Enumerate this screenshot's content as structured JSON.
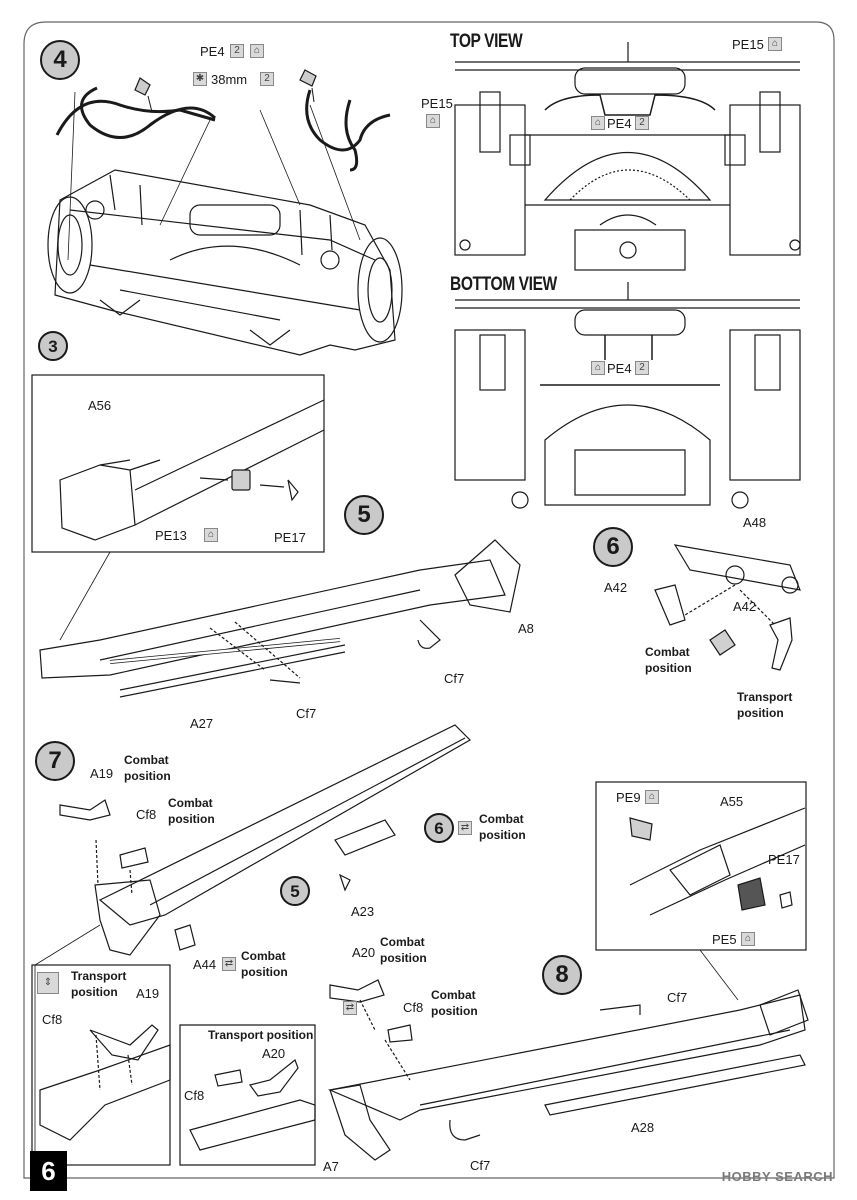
{
  "page": {
    "number": "6",
    "watermark": "HOBBY SEARCH"
  },
  "step4": {
    "number": "4",
    "ref_step": "3",
    "top_pe": "PE4",
    "qty2": "2",
    "bend": "38mm",
    "top_view": "TOP VIEW",
    "bottom_view": "BOTTOM VIEW",
    "pe15": "PE15",
    "pe4": "PE4"
  },
  "step5": {
    "number": "5",
    "parts": {
      "a56": "A56",
      "pe13": "PE13",
      "pe17": "PE17",
      "a8": "A8",
      "cf7": "Cf7",
      "a27": "A27"
    }
  },
  "step6": {
    "number": "6",
    "parts": {
      "a48": "A48",
      "a42": "A42"
    },
    "combat": "Combat",
    "transport": "Transport",
    "position": "position"
  },
  "step7": {
    "number": "7",
    "ref5": "5",
    "ref6": "6",
    "parts": {
      "a19": "A19",
      "cf8": "Cf8",
      "a23": "A23",
      "a44": "A44"
    },
    "combat": "Combat",
    "transport": "Transport",
    "position": "position"
  },
  "step8": {
    "number": "8",
    "transport_position": "Transport position",
    "parts": {
      "pe9": "PE9",
      "a55": "A55",
      "pe17": "PE17",
      "pe5": "PE5",
      "a20": "A20",
      "cf8": "Cf8",
      "cf7": "Cf7",
      "a7": "A7",
      "a28": "A28",
      "a19": "A19"
    },
    "combat": "Combat",
    "transport": "Transport",
    "position": "position"
  },
  "icons": {
    "etch": "photo-etch-icon",
    "qty": "quantity-icon",
    "bend": "bend-icon",
    "alt": "alternative-option-icon"
  }
}
